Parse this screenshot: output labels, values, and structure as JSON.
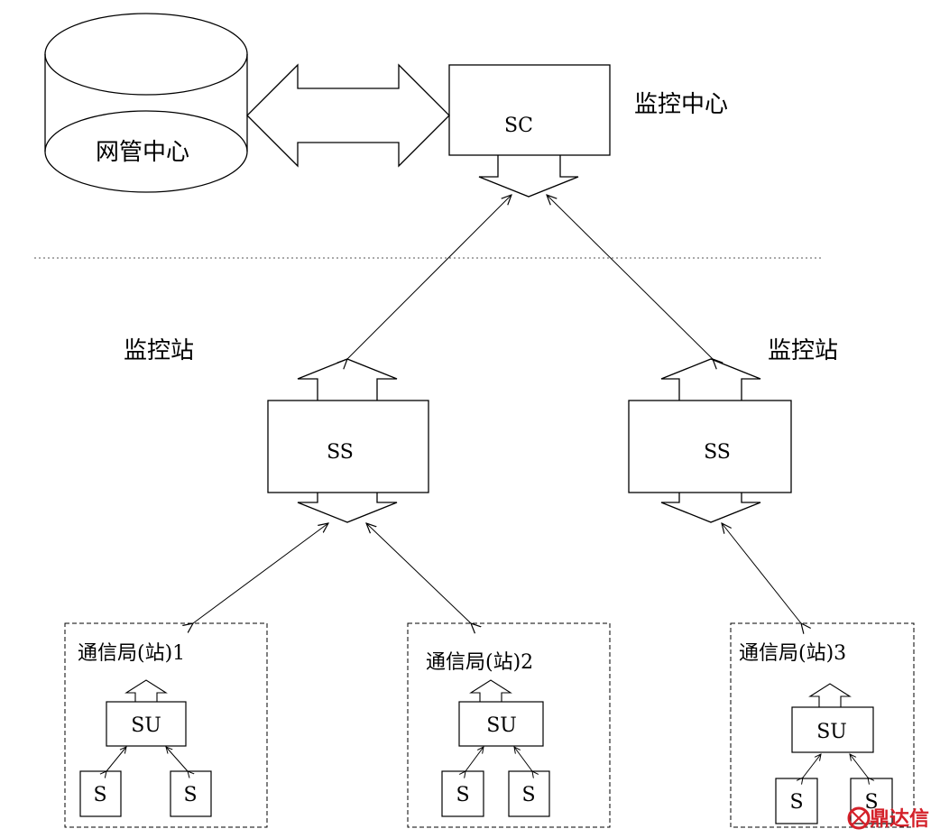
{
  "nms_center_label": "网管中心",
  "monitoring_center": {
    "box_label": "SC",
    "caption": "监控中心"
  },
  "stations": [
    {
      "box_label": "SS",
      "caption": "监控站"
    },
    {
      "box_label": "SS",
      "caption": "监控站"
    }
  ],
  "bureaus": [
    {
      "title": "通信局(站)1",
      "unit_label": "SU",
      "sensors": [
        "S",
        "S"
      ]
    },
    {
      "title": "通信局(站)2",
      "unit_label": "SU",
      "sensors": [
        "S",
        "S"
      ]
    },
    {
      "title": "通信局(站)3",
      "unit_label": "SU",
      "sensors": [
        "S",
        "S"
      ]
    }
  ],
  "watermark": "鼎达信",
  "colors": {
    "line": "#000000",
    "watermark": "#d4212a"
  }
}
